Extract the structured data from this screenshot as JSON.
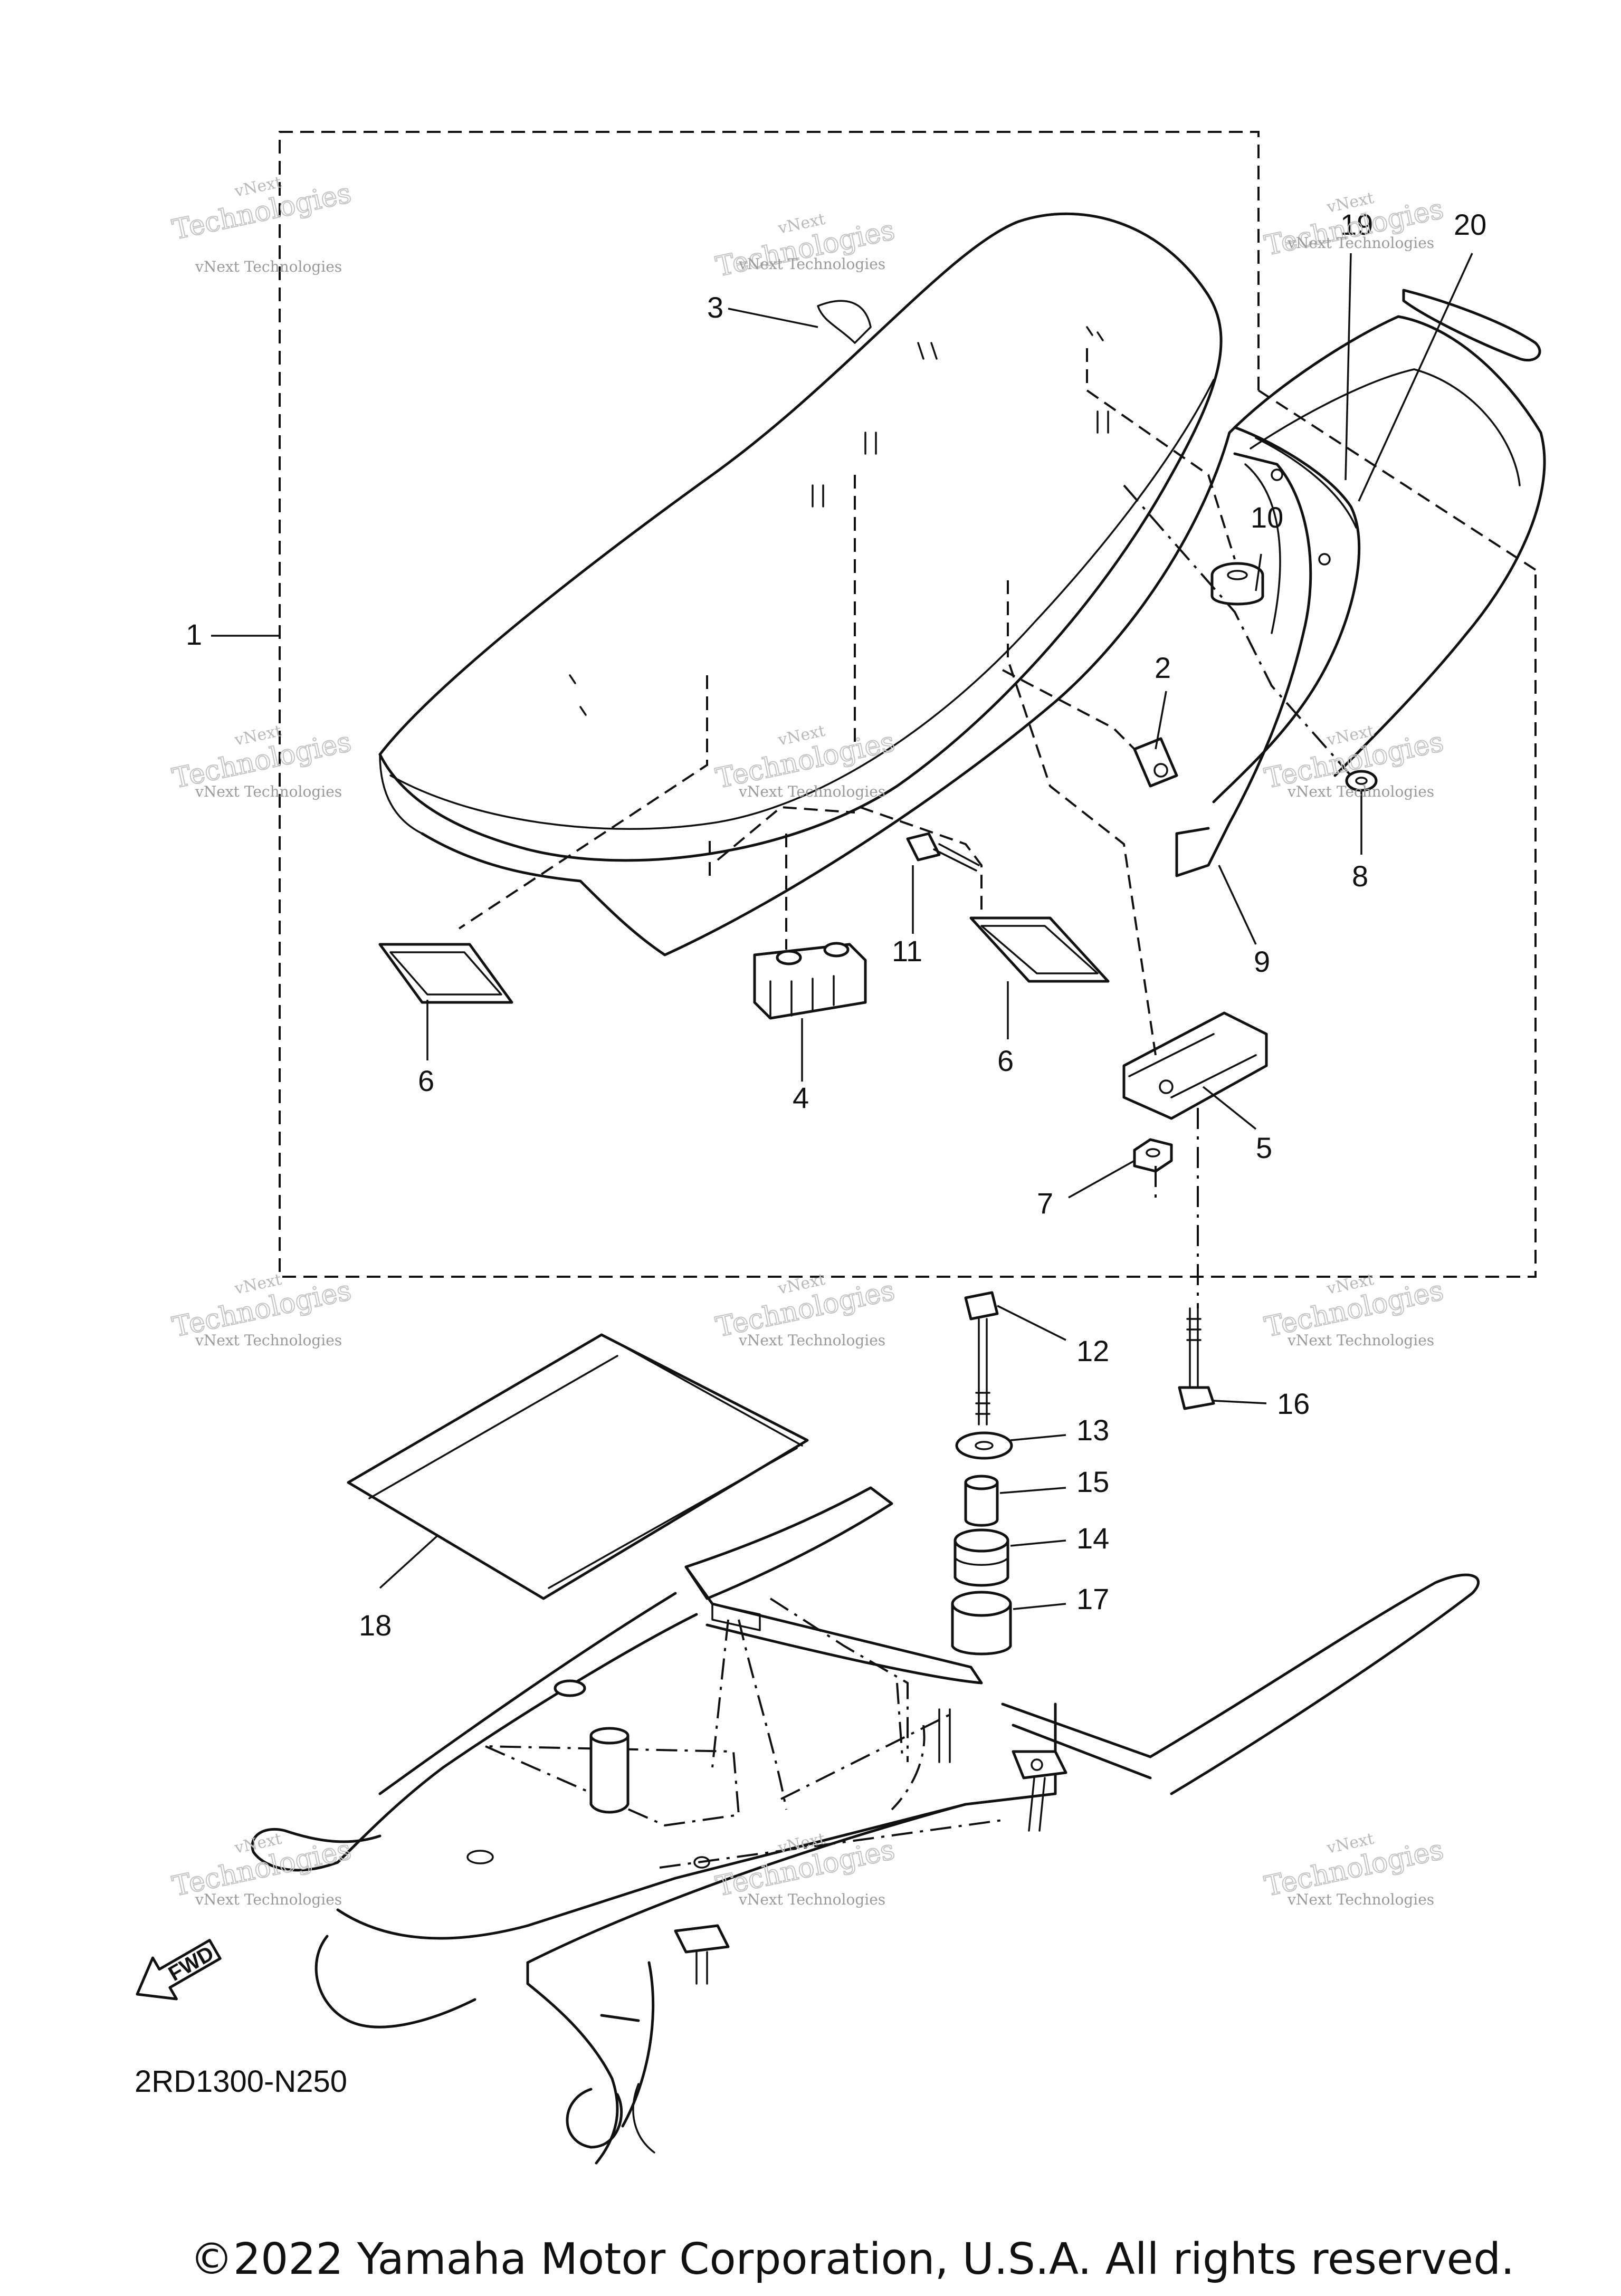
{
  "diagram": {
    "callouts": [
      {
        "id": "1",
        "label": "1"
      },
      {
        "id": "2",
        "label": "2"
      },
      {
        "id": "3",
        "label": "3"
      },
      {
        "id": "4",
        "label": "4"
      },
      {
        "id": "5",
        "label": "5"
      },
      {
        "id": "6a",
        "label": "6"
      },
      {
        "id": "6b",
        "label": "6"
      },
      {
        "id": "7",
        "label": "7"
      },
      {
        "id": "8",
        "label": "8"
      },
      {
        "id": "9",
        "label": "9"
      },
      {
        "id": "10",
        "label": "10"
      },
      {
        "id": "11",
        "label": "11"
      },
      {
        "id": "12",
        "label": "12"
      },
      {
        "id": "13",
        "label": "13"
      },
      {
        "id": "14",
        "label": "14"
      },
      {
        "id": "15",
        "label": "15"
      },
      {
        "id": "16",
        "label": "16"
      },
      {
        "id": "17",
        "label": "17"
      },
      {
        "id": "18",
        "label": "18"
      },
      {
        "id": "19",
        "label": "19"
      },
      {
        "id": "20",
        "label": "20"
      }
    ],
    "fwd_label": "FWD",
    "part_code": "2RD1300-N250",
    "watermark": {
      "line1": "vNext",
      "line2": "Technologies",
      "line3": "vNext Technologies"
    }
  },
  "footer": {
    "copyright": "©2022 Yamaha Motor Corporation, U.S.A. All rights reserved."
  }
}
